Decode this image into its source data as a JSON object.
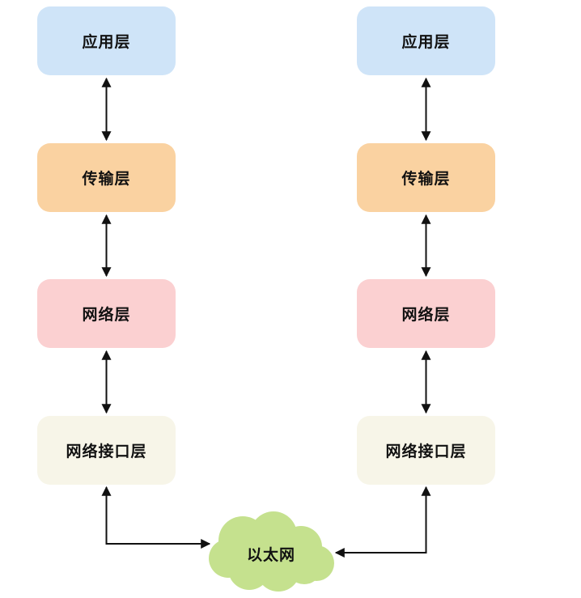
{
  "diagram": {
    "background_color": "#ffffff",
    "line_color": "#111111",
    "stacks": [
      {
        "name": "left-host",
        "layers": [
          {
            "label": "应用层",
            "color": "#cfe4f8"
          },
          {
            "label": "传输层",
            "color": "#fad2a1"
          },
          {
            "label": "网络层",
            "color": "#fbd0d1"
          },
          {
            "label": "网络接口层",
            "color": "#f7f5e8"
          }
        ]
      },
      {
        "name": "right-host",
        "layers": [
          {
            "label": "应用层",
            "color": "#cfe4f8"
          },
          {
            "label": "传输层",
            "color": "#fad2a1"
          },
          {
            "label": "网络层",
            "color": "#fbd0d1"
          },
          {
            "label": "网络接口层",
            "color": "#f7f5e8"
          }
        ]
      }
    ],
    "cloud": {
      "label": "以太网",
      "color": "#c5e18e"
    }
  }
}
